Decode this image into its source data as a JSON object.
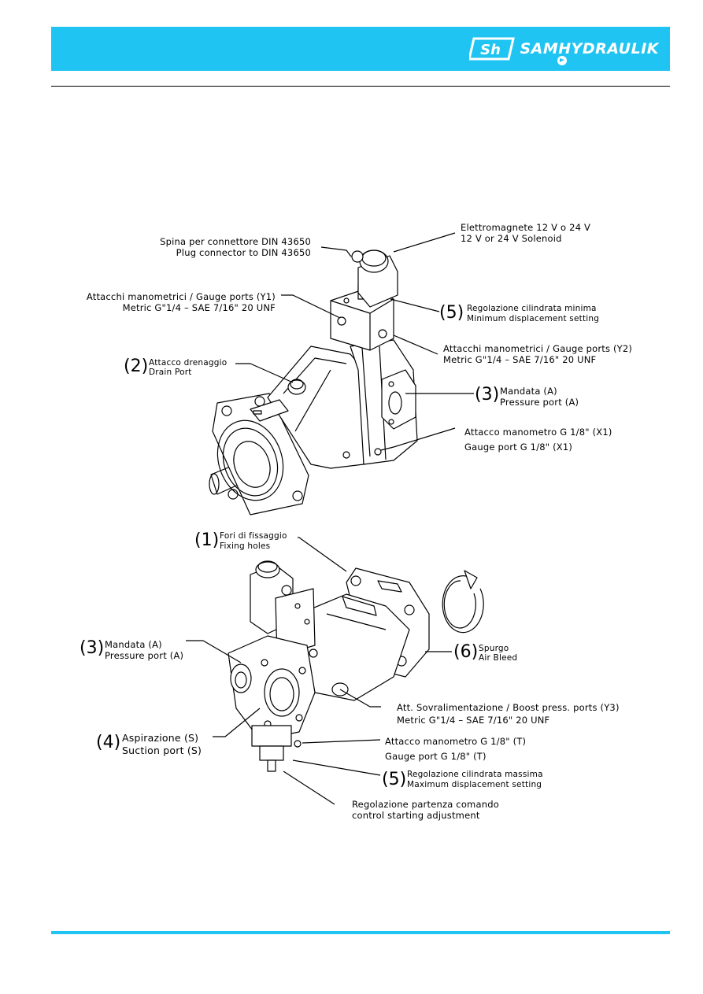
{
  "brand": {
    "name": "SAMHYDRAULIK",
    "mark": "Sh"
  },
  "top_view": {
    "solenoid": {
      "it": "Elettromagnete 12 V o 24 V",
      "en": "12 V or 24 V Solenoid"
    },
    "plug": {
      "it": "Spina per connettore DIN 43650",
      "en": "Plug connector to DIN 43650"
    },
    "gauge_y1": {
      "it": "Attacchi manometrici / Gauge ports (Y1)",
      "en": "Metric G\"1/4 – SAE 7/16\" 20 UNF"
    },
    "min_disp": {
      "num": "(5)",
      "it": "Regolazione cilindrata minima",
      "en": "Minimum displacement setting"
    },
    "gauge_y2": {
      "it": "Attacchi manometrici / Gauge ports (Y2)",
      "en": "Metric G\"1/4 – SAE 7/16\" 20 UNF"
    },
    "drain": {
      "num": "(2)",
      "it": "Attacco drenaggio",
      "en": "Drain Port"
    },
    "pressure": {
      "num": "(3)",
      "it": "Mandata (A)",
      "en": "Pressure port (A)"
    },
    "gauge_x1": {
      "it": "Attacco manometro G 1/8\" (X1)",
      "en": "Gauge port G 1/8\" (X1)"
    }
  },
  "bottom_view": {
    "fixing": {
      "num": "(1)",
      "it": "Fori di fissaggio",
      "en": "Fixing holes"
    },
    "pressure": {
      "num": "(3)",
      "it": "Mandata (A)",
      "en": "Pressure port (A)"
    },
    "air_bleed": {
      "num": "(6)",
      "it": "Spurgo",
      "en": "Air Bleed"
    },
    "boost": {
      "it": "Att. Sovralimentazione / Boost press. ports (Y3)",
      "en": "Metric G\"1/4 – SAE 7/16\" 20 UNF"
    },
    "suction": {
      "num": "(4)",
      "it": "Aspirazione (S)",
      "en": "Suction port (S)"
    },
    "gauge_t": {
      "it": "Attacco manometro G 1/8\" (T)",
      "en": "Gauge port G 1/8\" (T)"
    },
    "max_disp": {
      "num": "(5)",
      "it": "Regolazione cilindrata massima",
      "en": "Maximum displacement setting"
    },
    "start_adj": {
      "it": "Regolazione partenza comando",
      "en": "control starting adjustment"
    }
  },
  "colors": {
    "band": "#1fc4f2",
    "line": "#000000"
  }
}
